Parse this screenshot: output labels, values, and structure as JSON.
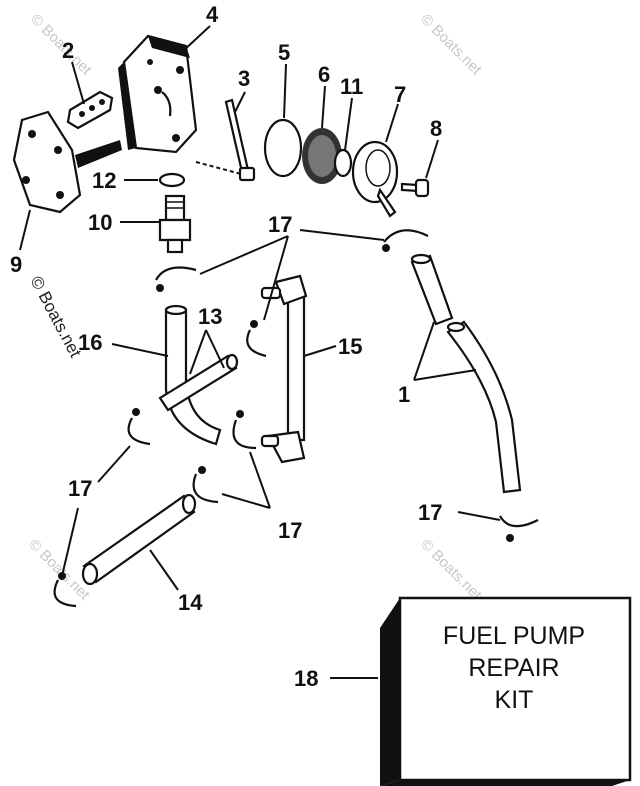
{
  "callouts": {
    "c1": "1",
    "c2": "2",
    "c3": "3",
    "c4": "4",
    "c5": "5",
    "c6": "6",
    "c7": "7",
    "c8": "8",
    "c9": "9",
    "c10": "10",
    "c11": "11",
    "c12": "12",
    "c13": "13",
    "c14": "14",
    "c15": "15",
    "c16": "16",
    "c17a": "17",
    "c17b": "17",
    "c17c": "17",
    "c17d": "17",
    "c18": "18"
  },
  "kit_box": {
    "line1": "FUEL PUMP",
    "line2": "REPAIR",
    "line3": "KIT"
  },
  "watermarks": {
    "main": "© Boats.net",
    "faint": "© Boats.net"
  },
  "colors": {
    "ink": "#111111",
    "background": "#ffffff",
    "watermark": "#9a9a9a"
  }
}
